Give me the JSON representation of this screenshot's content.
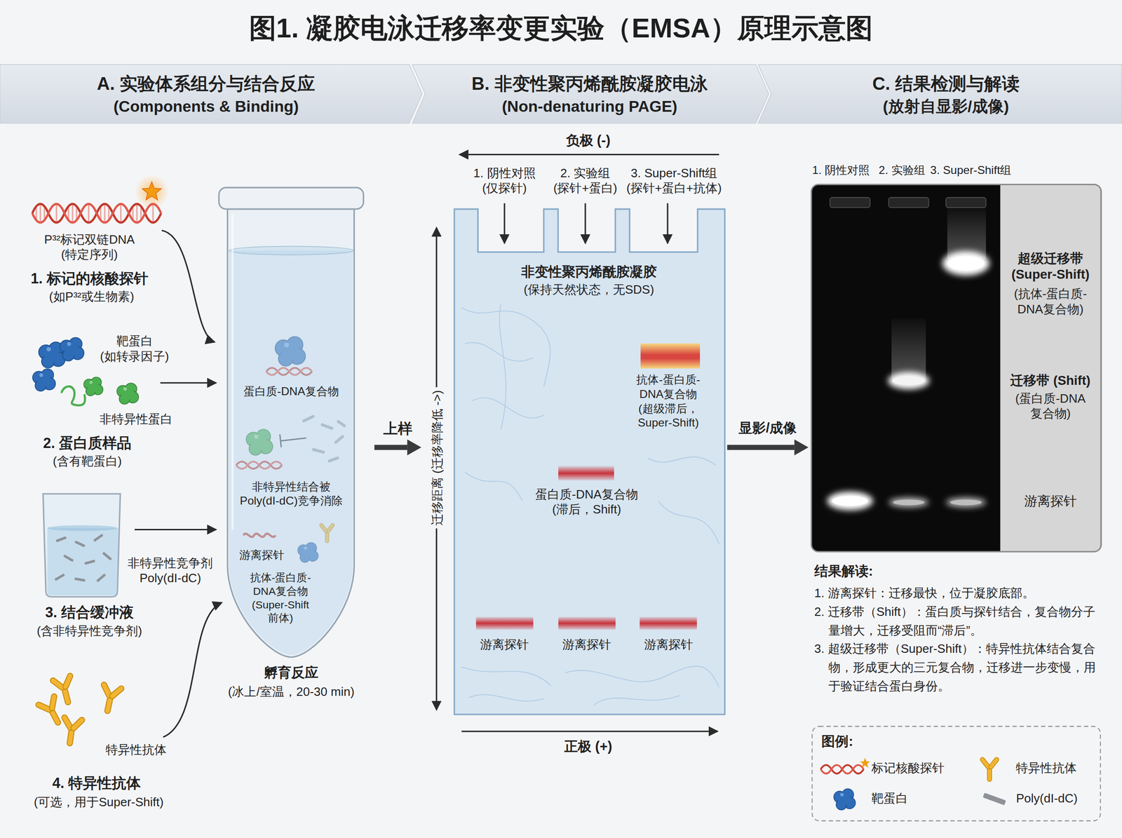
{
  "diagram": {
    "title": "图1. 凝胶电泳迁移率变更实验（EMSA）原理示意图",
    "nodes": [
      {
        "text": [
          "A. 实验体系组分与结合反应",
          "(Components & Binding)"
        ]
      },
      {
        "text": [
          "B. 非变性聚丙烯酰胺凝胶电泳",
          "(Non-denaturing PAGE)"
        ]
      },
      {
        "text": [
          "C. 结果检测与解读",
          "(放射自显影/成像)"
        ]
      },
      {
        "text": [
          "蛋白质-DNA复合物",
          "非特异性结合被 Poly(dI-dC)竞争消除",
          "游离探针",
          "抗体-蛋白质- DNA复合物 (Super-Shift 前体)",
          "孵育反应",
          "(冰上/室温，20-30 min)"
        ]
      },
      {
        "text": [
          "非变性聚丙烯酰胺凝胶",
          "(保持天然状态，无SDS)"
        ]
      },
      {
        "text": [
          "抗体-蛋白质- DNA复合物 (超级滞后， Super-Shift)"
        ],
        "in": 4
      },
      {
        "text": [
          "蛋白质-DNA复合物 (滞后，Shift)"
        ],
        "in": 4
      },
      {
        "text": [
          "游离探针"
        ],
        "in": 4
      },
      {
        "text": [
          "游离探针"
        ],
        "in": 4
      },
      {
        "text": [
          "游离探针"
        ],
        "in": 4
      },
      {
        "text": [
          "超级迁移带 (Super-Shift)",
          "(抗体-蛋白质- DNA复合物)",
          "迁移带 (Shift)",
          "(蛋白质-DNA 复合物)",
          "游离探针"
        ]
      }
    ],
    "edges": [
      {
        "from": 3,
        "to": 4,
        "label": "上样",
        "arrow": "to"
      },
      {
        "from": 4,
        "to": 10,
        "label": "显影/成像",
        "arrow": "to"
      }
    ],
    "labels": [
      "P³²标记双链DNA (特定序列)",
      "1. 标记的核酸探针",
      "(如P³²或生物素)",
      "靶蛋白 (如转录因子)",
      "非特异性蛋白",
      "2. 蛋白质样品",
      "(含有靶蛋白)",
      "非特异性竞争剂 Poly(dI-dC)",
      "3. 结合缓冲液",
      "(含非特异性竞争剂)",
      "特异性抗体",
      "4. 特异性抗体",
      "(可选，用于Super-Shift)",
      "负极 (-)",
      "1. 阴性对照 (仅探针)",
      "2. 实验组 (探针+蛋白)",
      "3. Super-Shift组 (探针+蛋白+抗体)",
      "迁移距离 (迁移率降低 ->)",
      "正极 (+)",
      "1. 阴性对照",
      "2. 实验组",
      "3. Super-Shift组",
      "结果解读:",
      "1. 游离探针：迁移最快，位于凝胶底部。",
      "2. 迁移带（Shift）：蛋白质与探针结合，复合物分子量增大，迁移受阻而“滞后”。",
      "3. 超级迁移带（Super-Shift）：特异性抗体结合复合物，形成更大的三元复合物，迁移进一步变慢，用于验证结合蛋白身份。",
      "图例:"
    ],
    "legend": [
      {
        "text": "标记核酸探针"
      },
      {
        "text": "特异性抗体"
      },
      {
        "text": "靶蛋白"
      },
      {
        "text": "Poly(dI-dC)"
      }
    ]
  }
}
